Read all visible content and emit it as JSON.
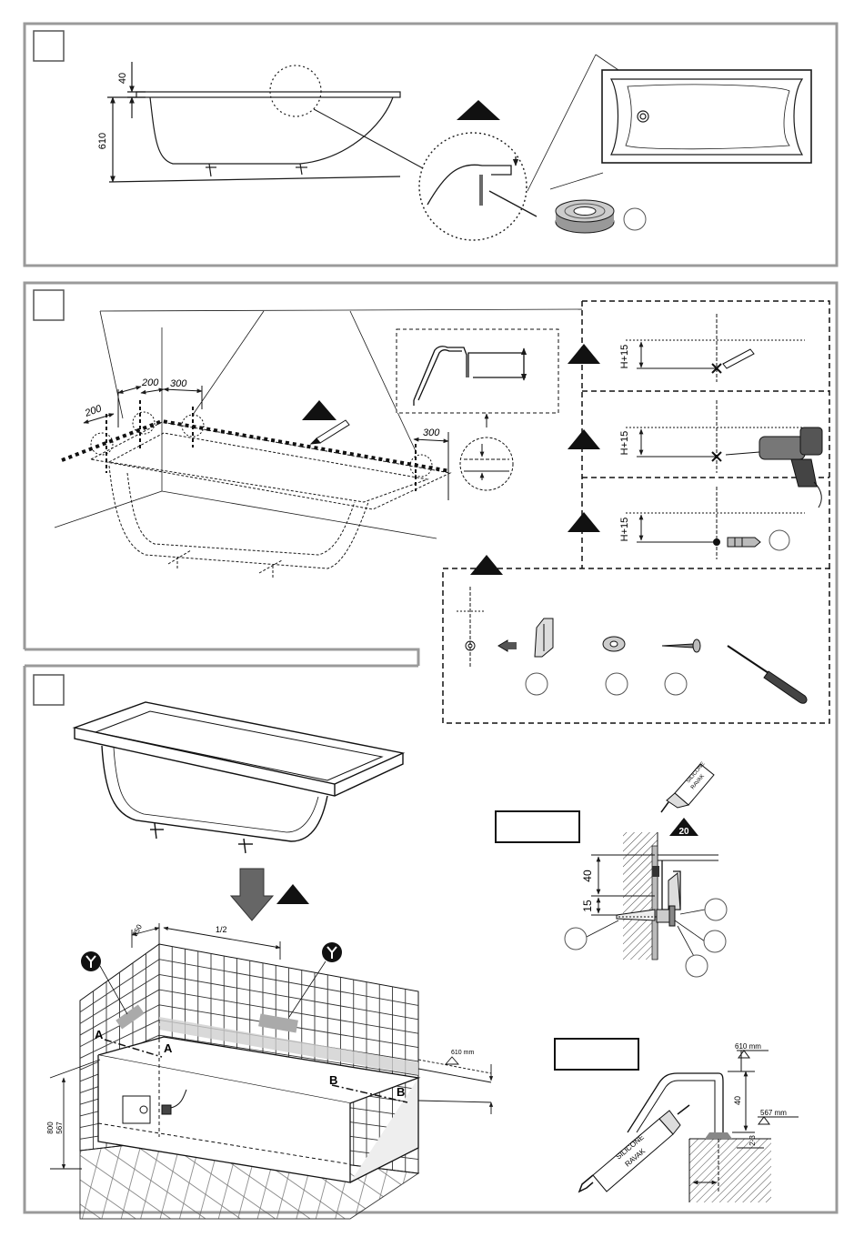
{
  "colors": {
    "panel_border": "#9a9a9a",
    "line": "#1a1a1a",
    "hatch": "#555555",
    "tile_line": "#333333",
    "shade": "#bdbdbd",
    "warning_fill": "#111111"
  },
  "icons": {
    "step_box": "empty-square-box",
    "warning": "warning-triangle-icon",
    "pencil": "pencil-icon",
    "drill": "drill-icon",
    "dowel": "dowel-icon",
    "bracket": "wall-bracket-icon",
    "washer": "washer-icon",
    "screw": "screw-icon",
    "screwdriver": "screwdriver-icon",
    "tape": "tape-roll-icon",
    "silicone": "silicone-cartridge-icon",
    "wrench_badge": "wrench-icon"
  },
  "step1": {
    "dim_rim": "40",
    "dim_height": "610"
  },
  "step2": {
    "dim_end_left": "200",
    "dim_corner_left": "200",
    "dim_corner_right": "300",
    "dim_end_right": "300",
    "height_label_mark": "H+15",
    "height_label_drill": "H+15",
    "height_label_dowel": "H+15"
  },
  "step3": {
    "dim_offset": "350",
    "dim_half": "1/2",
    "section_a_left": "A",
    "section_a_right": "A",
    "section_b_left": "B",
    "section_b_right": "B",
    "dim_outer": "800",
    "dim_inner": "567",
    "dim_ground": "610 mm"
  },
  "detail_top": {
    "silicone_line1": "SILICONE",
    "silicone_line2": "RAVAK",
    "badge_number": "20",
    "dim_upper": "40",
    "dim_lower": "15"
  },
  "detail_bottom": {
    "dim_top": "610 mm",
    "dim_rim": "40",
    "dim_gap": "2-3",
    "dim_floor": "567 mm",
    "silicone_line1": "SILICONE",
    "silicone_line2": "RAVAK"
  }
}
